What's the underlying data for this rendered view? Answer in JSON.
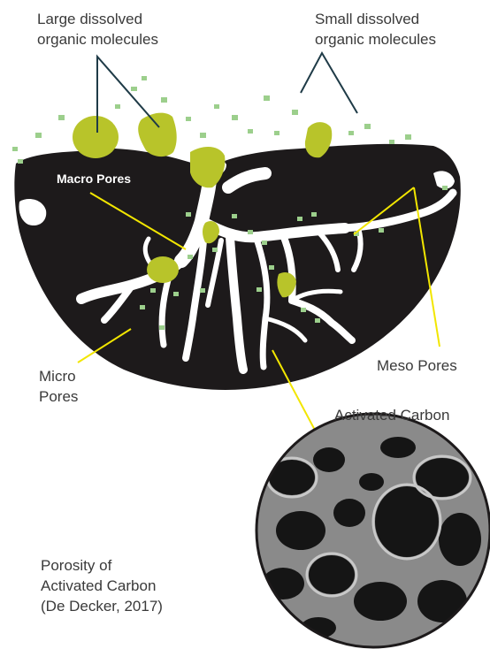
{
  "labels": {
    "large_molecules": [
      "Large dissolved",
      "organic molecules"
    ],
    "small_molecules": [
      "Small dissolved",
      "organic molecules"
    ],
    "macro_pores": "Macro Pores",
    "micro_pores": [
      "Micro",
      "Pores"
    ],
    "meso_pores": "Meso Pores",
    "activated_carbon": "Activated Carbon",
    "caption": [
      "Porosity of",
      "Activated Carbon",
      "(De Decker, 2017)"
    ]
  },
  "colors": {
    "carbon": "#1d1a1b",
    "molecule_large": "#b8c42a",
    "molecule_small": "#9ccf8c",
    "pointer_line_yellow": "#f2e600",
    "pointer_line_dark": "#1f3b47",
    "micrograph_bg": "#2b2b2b",
    "micrograph_light": "#b5b5b5"
  }
}
